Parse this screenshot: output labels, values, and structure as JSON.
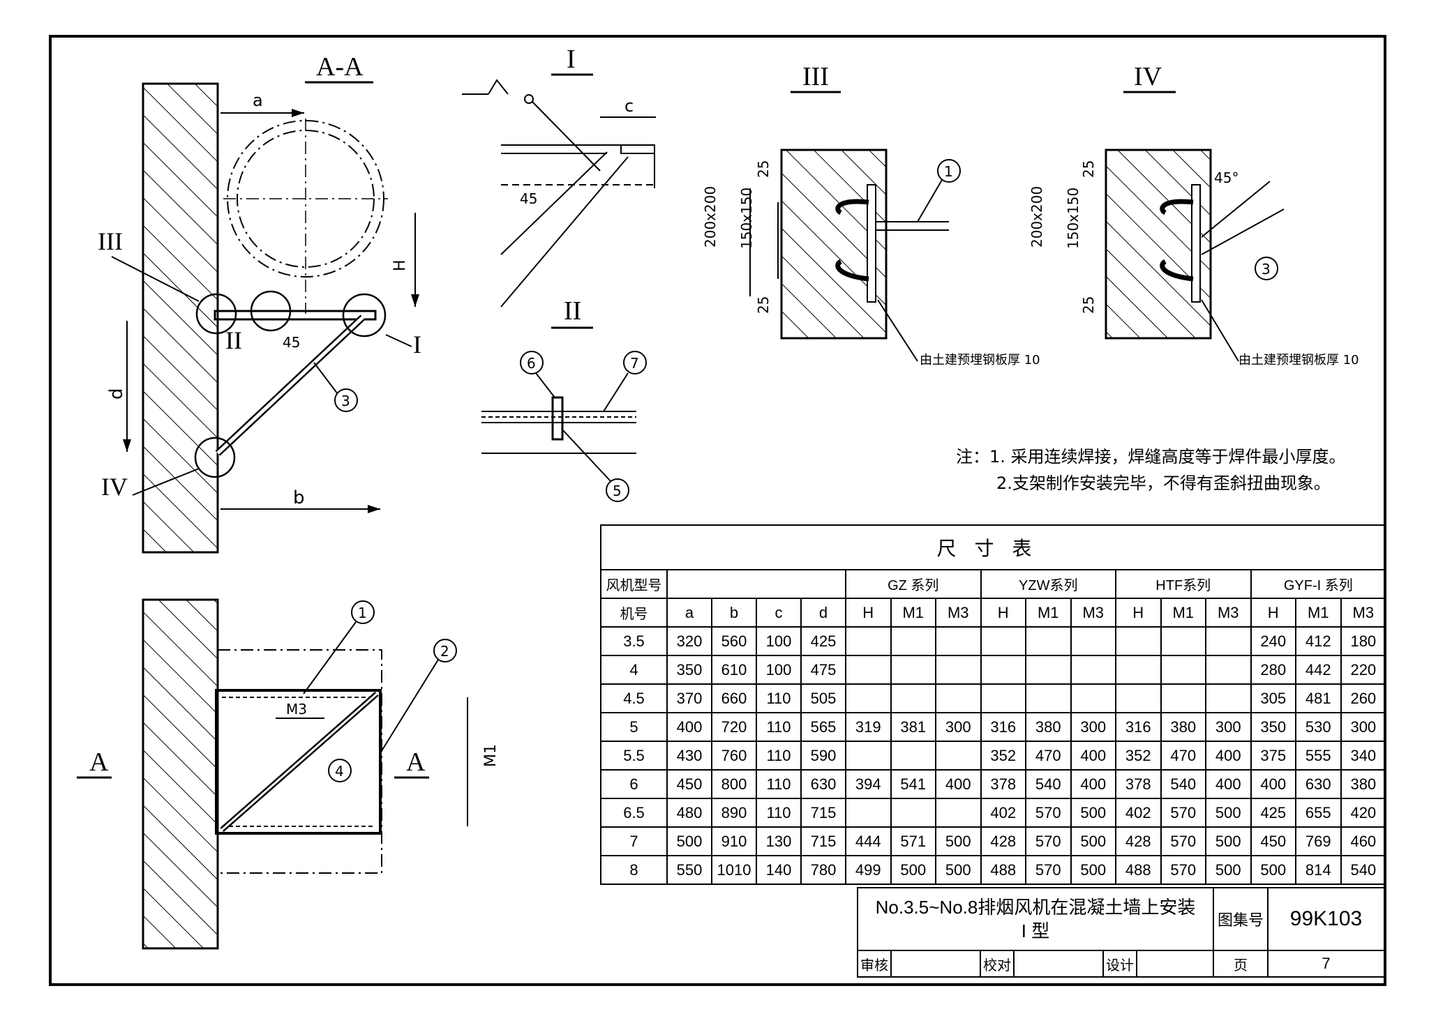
{
  "views": {
    "aa_title": "A-A",
    "i_title": "I",
    "ii_title": "II",
    "iii_title": "III",
    "iv_title": "IV",
    "a_left": "A",
    "a_right": "A"
  },
  "callouts": {
    "c1": "1",
    "c2": "2",
    "c3": "3",
    "c4": "4",
    "c5": "5",
    "c6": "6",
    "c7": "7"
  },
  "labels": {
    "dim_a": "a",
    "dim_b": "b",
    "dim_c": "c",
    "dim_d": "d",
    "dim_h": "H",
    "dim_m1": "M1",
    "dim_m3": "M3",
    "angle": "45°",
    "angle2": "45",
    "dim_200": "200x200",
    "dim_150": "150x150",
    "dim_25": "25",
    "embed_note": "由土建预埋钢板厚 10",
    "marker_iii": "III",
    "marker_ii": "II",
    "marker_i": "I",
    "marker_iv": "IV"
  },
  "notes": {
    "prefix": "注：",
    "line1": "1. 采用连续焊接，焊缝高度等于焊件最小厚度。",
    "line2": "2.支架制作安装完毕，不得有歪斜扭曲现象。"
  },
  "table": {
    "title": "尺寸表",
    "h_fan_type": "风机型号",
    "h_no": "机号",
    "series": [
      "GZ 系列",
      "YZW系列",
      "HTF系列",
      "GYF-I 系列"
    ],
    "cols": [
      "a",
      "b",
      "c",
      "d"
    ],
    "sub": [
      "H",
      "M1",
      "M3"
    ],
    "rows": [
      [
        "3.5",
        "320",
        "560",
        "100",
        "425",
        "",
        "",
        "",
        "",
        "",
        "",
        "",
        "",
        "",
        "240",
        "412",
        "180"
      ],
      [
        "4",
        "350",
        "610",
        "100",
        "475",
        "",
        "",
        "",
        "",
        "",
        "",
        "",
        "",
        "",
        "280",
        "442",
        "220"
      ],
      [
        "4.5",
        "370",
        "660",
        "110",
        "505",
        "",
        "",
        "",
        "",
        "",
        "",
        "",
        "",
        "",
        "305",
        "481",
        "260"
      ],
      [
        "5",
        "400",
        "720",
        "110",
        "565",
        "319",
        "381",
        "300",
        "316",
        "380",
        "300",
        "316",
        "380",
        "300",
        "350",
        "530",
        "300"
      ],
      [
        "5.5",
        "430",
        "760",
        "110",
        "590",
        "",
        "",
        "",
        "352",
        "470",
        "400",
        "352",
        "470",
        "400",
        "375",
        "555",
        "340"
      ],
      [
        "6",
        "450",
        "800",
        "110",
        "630",
        "394",
        "541",
        "400",
        "378",
        "540",
        "400",
        "378",
        "540",
        "400",
        "400",
        "630",
        "380"
      ],
      [
        "6.5",
        "480",
        "890",
        "110",
        "715",
        "",
        "",
        "",
        "402",
        "570",
        "500",
        "402",
        "570",
        "500",
        "425",
        "655",
        "420"
      ],
      [
        "7",
        "500",
        "910",
        "130",
        "715",
        "444",
        "571",
        "500",
        "428",
        "570",
        "500",
        "428",
        "570",
        "500",
        "450",
        "769",
        "460"
      ],
      [
        "8",
        "550",
        "1010",
        "140",
        "780",
        "499",
        "500",
        "500",
        "488",
        "570",
        "500",
        "488",
        "570",
        "500",
        "500",
        "814",
        "540"
      ]
    ]
  },
  "titleblock": {
    "title_line1": "No.3.5~No.8排烟风机在混凝土墙上安装",
    "title_line2": "I  型",
    "atlas_label": "图集号",
    "atlas_no": "99K103",
    "review_label": "审核",
    "check_label": "校对",
    "design_label": "设计",
    "page_label": "页",
    "page_no": "7"
  }
}
